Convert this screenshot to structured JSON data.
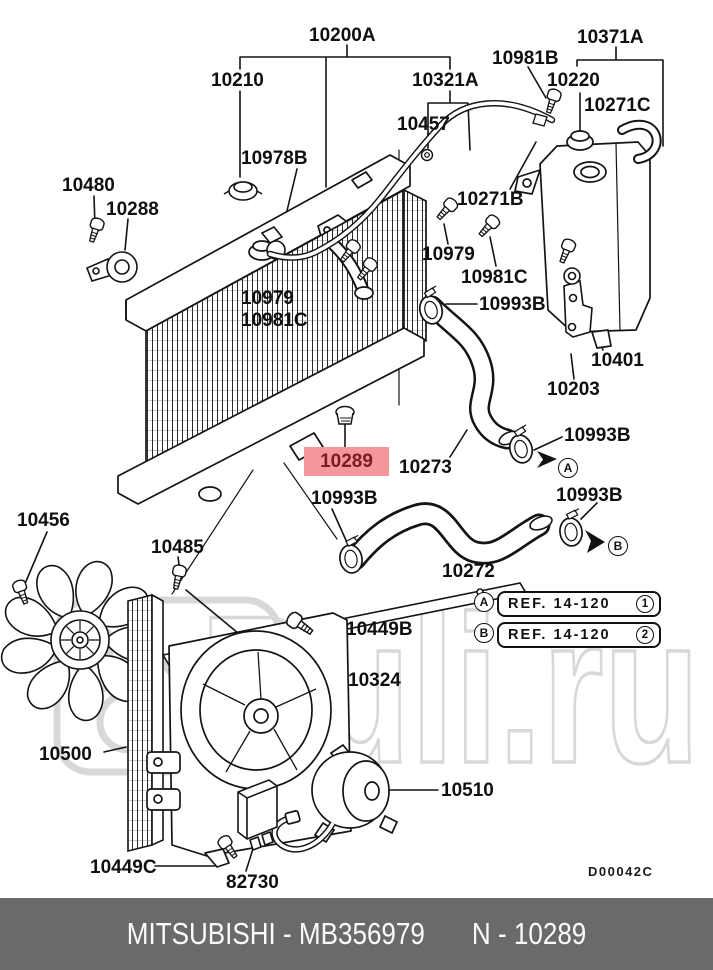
{
  "watermark": {
    "text": "Ruli.ru"
  },
  "diagram": {
    "drawing_code": "D00042C",
    "highlighted_part": {
      "number": "10289",
      "highlight_color": "#F4969B",
      "text_color": "#7A1B22"
    },
    "labels": [
      "10200A",
      "10210",
      "10321A",
      "10981B",
      "10371A",
      "10220",
      "10271C",
      "10457",
      "10978B",
      "10480",
      "10288",
      "10271B",
      "10979",
      "10981C",
      "10979",
      "10981C",
      "10993B",
      "10401",
      "10203",
      "10273",
      "10993B",
      "10993B",
      "10993B",
      "10272",
      "10456",
      "10485",
      "10449B",
      "10324",
      "10500",
      "10510",
      "10449C",
      "82730"
    ]
  },
  "refs": {
    "a": {
      "marker": "A",
      "text": "REF. 14-120",
      "num": "1"
    },
    "b": {
      "marker": "B",
      "text": "REF. 14-120",
      "num": "2"
    }
  },
  "colors": {
    "footer_bg": "#6A6A6A",
    "watermark": "#D8D8D8",
    "line": "#141414"
  },
  "footer": {
    "left_text": "MITSUBISHI - MB356979",
    "right_text": "N - 10289"
  }
}
